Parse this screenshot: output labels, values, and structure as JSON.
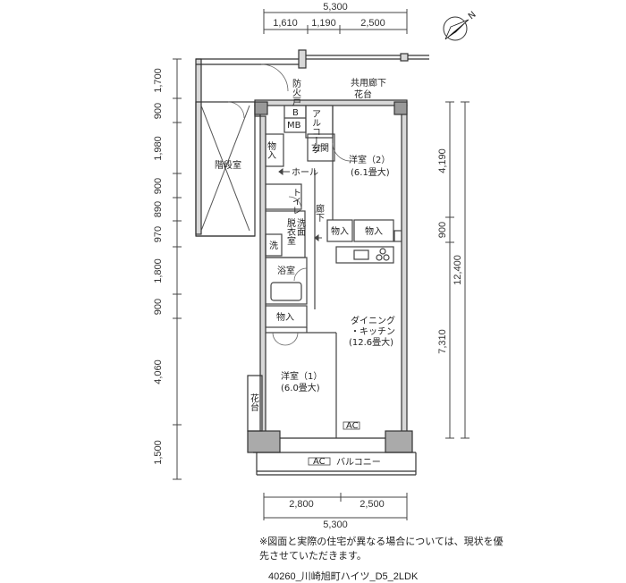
{
  "dimensions": {
    "top_total": "5,300",
    "top_parts": [
      "1,610",
      "1,190",
      "2,500"
    ],
    "bottom_parts": [
      "2,800",
      "2,500"
    ],
    "bottom_total": "5,300",
    "left": [
      "1,700",
      "900",
      "1,980",
      "900",
      "890",
      "970",
      "1,800",
      "900",
      "4,060",
      "1,500"
    ],
    "right_parts": [
      "4,190",
      "900",
      "7,310"
    ],
    "right_total": "12,400"
  },
  "rooms": {
    "fire_door": "防火戸",
    "corridor_common": "共用廊下",
    "flower_bed_top": "花台",
    "stairwell": "階段室",
    "b": "B",
    "mb": "MB",
    "alcove": "アルコーブ",
    "entrance": "玄関",
    "storage": "物入",
    "hall": "ホール",
    "toilet": "トイレ",
    "hallway": "廊下",
    "western_room_2": "洋室（2）",
    "western_room_2_size": "(6.1畳大)",
    "dressing": "脱衣室",
    "washbasin": "洗面",
    "wash": "洗",
    "bath": "浴室",
    "dining_kitchen_1": "ダイニング",
    "dining_kitchen_2": "・キッチン",
    "dining_kitchen_size": "(12.6畳大)",
    "western_room_1": "洋室（1）",
    "western_room_1_size": "(6.0畳大)",
    "flower_bed_side": "花台",
    "ac_1": "AC",
    "ac_2": "AC",
    "balcony": "バルコニー"
  },
  "note": "※図面と実際の住宅が異なる場合については、現状を優先させていただきます。",
  "caption": "40260_川崎旭町ハイツ_D5_2LDK",
  "compass_label": "N"
}
